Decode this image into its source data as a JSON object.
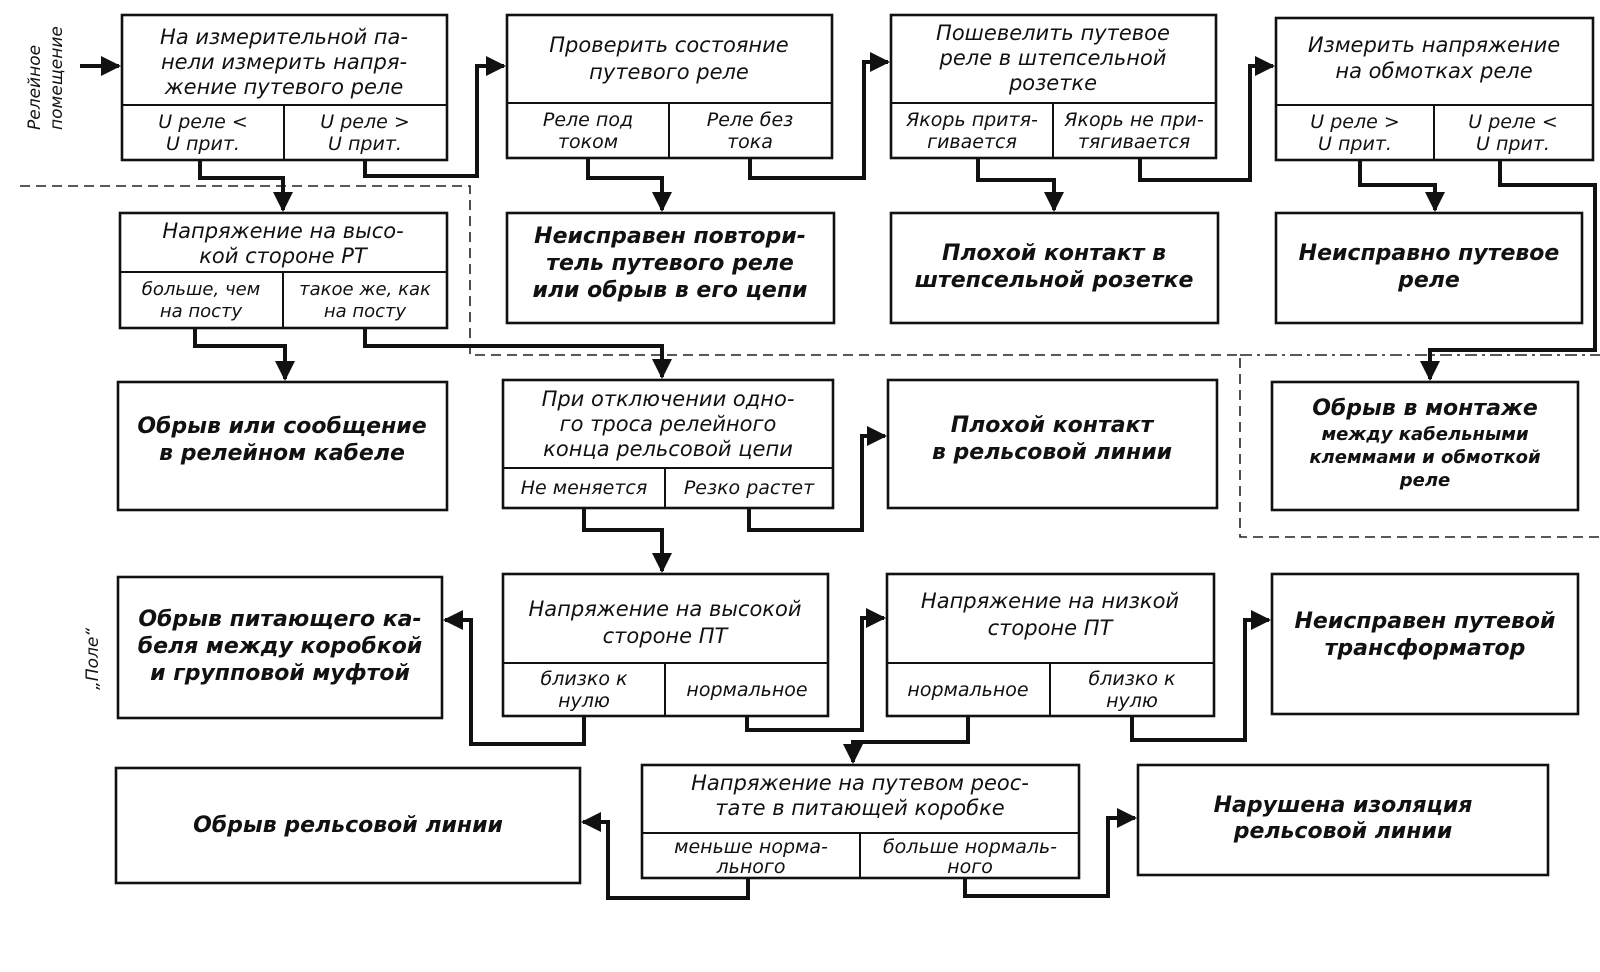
{
  "side_labels": {
    "relay_room": [
      "Релейное",
      "помещение"
    ],
    "field": "„Поле“"
  },
  "boxes": {
    "q1": {
      "question": [
        "На измерительной па-",
        "нели измерить напря-",
        "жение путевого реле"
      ],
      "opt_a": [
        "U реле <",
        "U прит."
      ],
      "opt_b": [
        "U реле >",
        "U прит."
      ]
    },
    "q2": {
      "question": [
        "Проверить состояние",
        "путевого реле"
      ],
      "opt_a": [
        "Реле под",
        "током"
      ],
      "opt_b": [
        "Реле без",
        "тока"
      ]
    },
    "q3": {
      "question": [
        "Пошевелить путевое",
        "реле в штепсельной",
        "розетке"
      ],
      "opt_a": [
        "Якорь притя-",
        "гивается"
      ],
      "opt_b": [
        "Якорь не при-",
        "тягивается"
      ]
    },
    "q4": {
      "question": [
        "Измерить напряжение",
        "на обмотках реле"
      ],
      "opt_a": [
        "U реле >",
        "U прит."
      ],
      "opt_b": [
        "U реле <",
        "U прит."
      ]
    },
    "q5": {
      "question": [
        "Напряжение на высо-",
        "кой стороне РТ"
      ],
      "opt_a": [
        "больше, чем",
        "на посту"
      ],
      "opt_b": [
        "такое же, как",
        "на посту"
      ]
    },
    "r1": {
      "text": [
        "Неисправен повтори-",
        "тель путевого реле",
        "или обрыв в его цепи"
      ]
    },
    "r2": {
      "text": [
        "Плохой контакт в",
        "штепсельной розетке"
      ]
    },
    "r3": {
      "text": [
        "Неисправно путевое",
        "реле"
      ]
    },
    "r4": {
      "text": [
        "Обрыв или сообщение",
        "в релейном кабеле"
      ]
    },
    "q6": {
      "question": [
        "При отключении одно-",
        "го троса релейного",
        "конца рельсовой цепи"
      ],
      "opt_a": [
        "Не меняется"
      ],
      "opt_b": [
        "Резко растет"
      ]
    },
    "r5": {
      "text": [
        "Плохой контакт",
        "в рельсовой линии"
      ]
    },
    "r6": {
      "text": [
        "Обрыв в монтаже",
        "между кабельными",
        "клеммами и обмоткой",
        "реле"
      ]
    },
    "r7": {
      "text": [
        "Обрыв питающего ка-",
        "беля между коробкой",
        "и групповой муфтой"
      ]
    },
    "q7": {
      "question": [
        "Напряжение на высокой",
        "стороне ПТ"
      ],
      "opt_a": [
        "близко к",
        "нулю"
      ],
      "opt_b": [
        "нормальное"
      ]
    },
    "q8": {
      "question": [
        "Напряжение на низкой",
        "стороне ПТ"
      ],
      "opt_a": [
        "нормальное"
      ],
      "opt_b": [
        "близко к",
        "нулю"
      ]
    },
    "r8": {
      "text": [
        "Неисправен путевой",
        "трансформатор"
      ]
    },
    "r9": {
      "text": [
        "Обрыв рельсовой линии"
      ]
    },
    "q9": {
      "question": [
        "Напряжение на путевом реос-",
        "тате в питающей коробке"
      ],
      "opt_a": [
        "меньше норма-",
        "льного"
      ],
      "opt_b": [
        "больше нормаль-",
        "ного"
      ]
    },
    "r10": {
      "text": [
        "Нарушена изоляция",
        "рельсовой линии"
      ]
    }
  }
}
